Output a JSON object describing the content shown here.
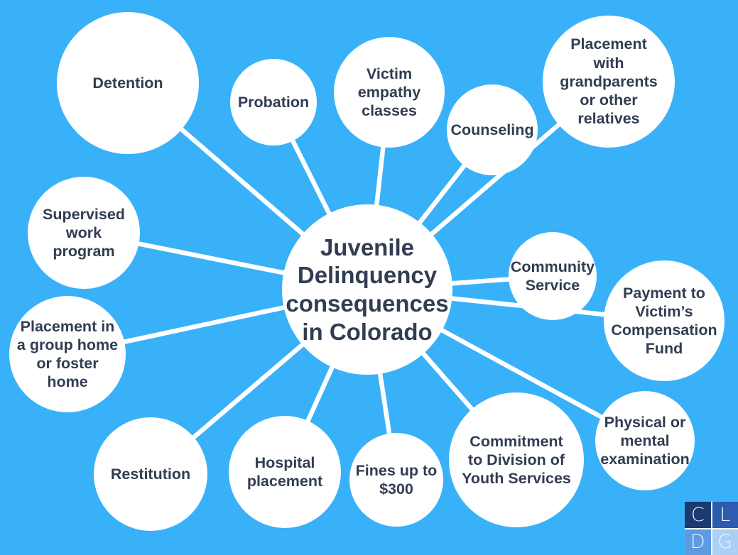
{
  "colors": {
    "background": "#39b1f9",
    "node_fill": "#ffffff",
    "text": "#323d52",
    "connector": "#ffffff",
    "logo_navy": "#1a3a70",
    "logo_royal": "#2c5cb0",
    "logo_mid_blue": "#5c9be2",
    "logo_light_blue": "#abcff5"
  },
  "center": {
    "label": "Juvenile\nDelinquency\nconsequences\nin Colorado"
  },
  "nodes": [
    {
      "id": "detention",
      "label": "Detention"
    },
    {
      "id": "probation",
      "label": "Probation"
    },
    {
      "id": "victim-empathy-classes",
      "label": "Victim\nempathy\nclasses"
    },
    {
      "id": "counseling",
      "label": "Counseling"
    },
    {
      "id": "placement-with-grandparents",
      "label": "Placement\nwith\ngrandparents\nor other\nrelatives"
    },
    {
      "id": "supervised-work-program",
      "label": "Supervised\nwork\nprogram"
    },
    {
      "id": "placement-group-home",
      "label": "Placement in\na group home\nor foster\nhome"
    },
    {
      "id": "community-service",
      "label": "Community\nService"
    },
    {
      "id": "payment-victims-compensation-fund",
      "label": "Payment to\nVictim’s\nCompensation\nFund"
    },
    {
      "id": "physical-or-mental-examination",
      "label": "Physical or\nmental\nexamination"
    },
    {
      "id": "commitment-division-youth-services",
      "label": "Commitment\nto Division of\nYouth Services"
    },
    {
      "id": "fines-up-to-300",
      "label": "Fines up to\n$300"
    },
    {
      "id": "hospital-placement",
      "label": "Hospital\nplacement"
    },
    {
      "id": "restitution",
      "label": "Restitution"
    }
  ],
  "logo": {
    "cells": [
      {
        "letter": "C",
        "color": "#1a3a70"
      },
      {
        "letter": "L",
        "color": "#2c5cb0"
      },
      {
        "letter": "D",
        "color": "#5c9be2"
      },
      {
        "letter": "G",
        "color": "#abcff5"
      }
    ]
  }
}
